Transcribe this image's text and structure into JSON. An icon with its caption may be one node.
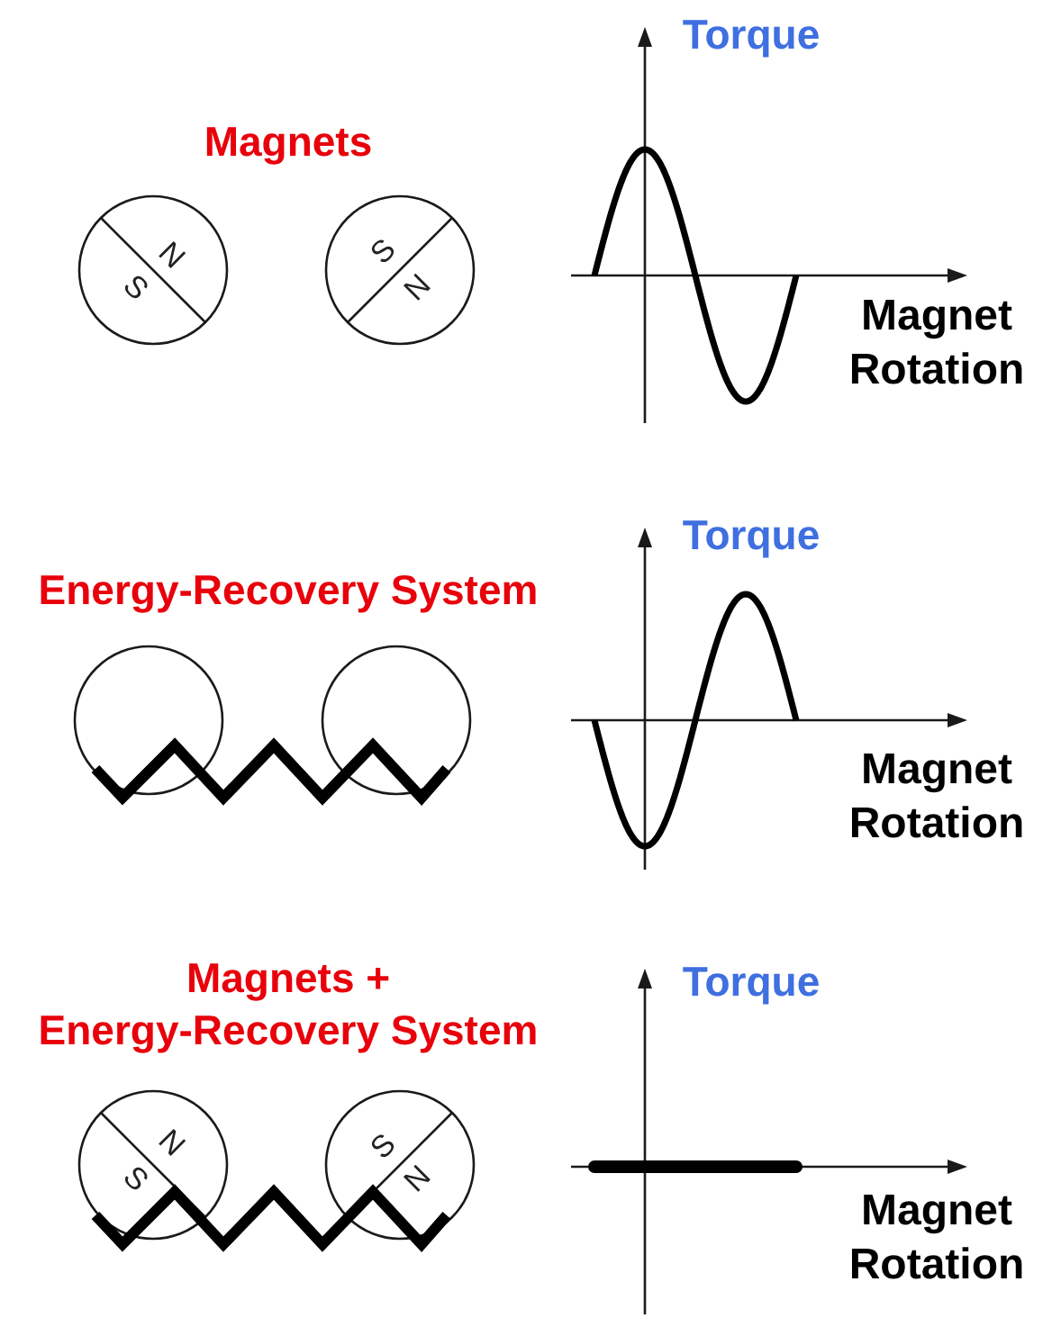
{
  "diagram": {
    "labels": [
      "Torque",
      "Magnets",
      "N",
      "S",
      "S",
      "N",
      "Magnet Rotation",
      "Torque",
      "Energy-Recovery System",
      "Magnet Rotation",
      "Magnets + Energy-Recovery System",
      "Torque",
      "N",
      "S",
      "S",
      "N",
      "Magnet Rotation"
    ]
  }
}
